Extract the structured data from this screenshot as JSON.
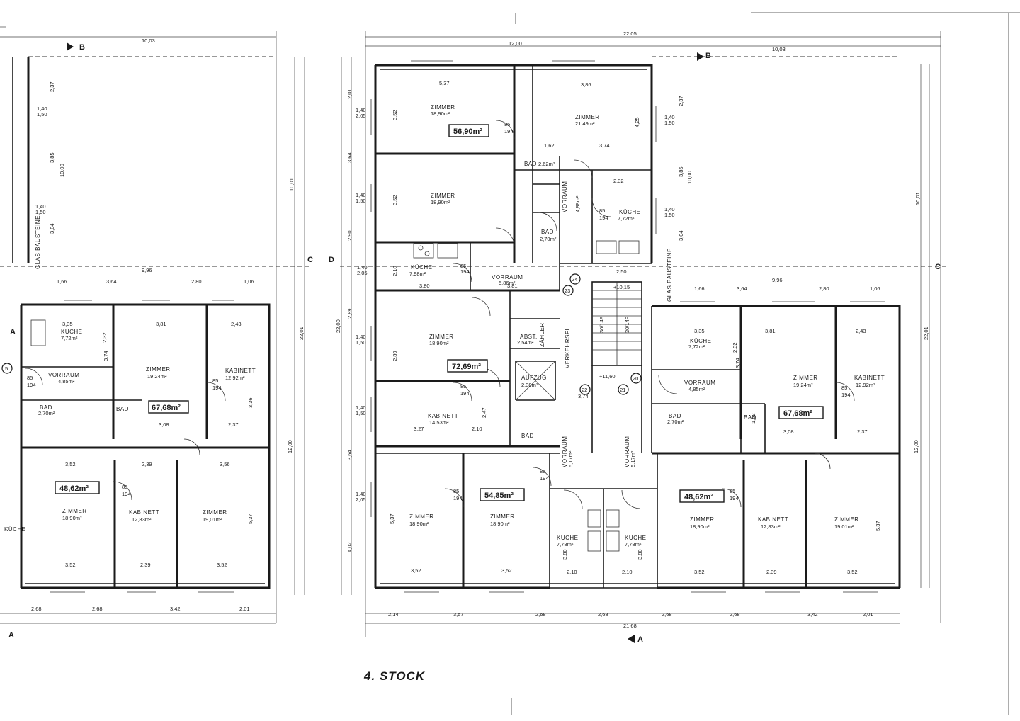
{
  "drawing": {
    "title": "4. STOCK"
  },
  "section_markers": {
    "B": "B",
    "C": "C",
    "D": "D",
    "A": "A"
  },
  "overall_dims": {
    "width_right_top": "22,05",
    "width_left_top": "10,03",
    "right_top_mid": "12,00",
    "right_top_sub": "10,03",
    "bottom_total": "21,68",
    "height_right": "22,01",
    "height_right2": "22,00",
    "height_left": "22,01",
    "height_left2": "12,00",
    "wing_depth": "10,01",
    "wing_depth2": "10,00",
    "middle_width": "9,96"
  },
  "dims": {
    "d_2_01": "2,01",
    "d_3_52": "3,52",
    "d_3_86": "3,86",
    "d_5_37": "5,37",
    "d_3_74": "3,74",
    "d_1_62": "1,62",
    "d_2_32": "2,32",
    "d_3_81": "3,81",
    "d_2_43": "2,43",
    "d_3_64": "3,64",
    "d_2_80": "2,80",
    "d_1_06": "1,06",
    "d_1_66": "1,66",
    "d_2_68": "2,68",
    "d_3_42": "3,42",
    "d_2_89": "2,89",
    "d_3_56": "3,56",
    "d_2_14": "2,14",
    "d_3_57": "3,57",
    "d_3_80": "3,80",
    "d_3_08": "3,08",
    "d_3_27": "3,27",
    "d_4_02": "4,02",
    "d_1_40": "1,40",
    "d_1_50": "1,50",
    "d_2_05": "2,05",
    "d_2_90": "2,90",
    "d_2_10": "2,10",
    "d_2_47": "2,47",
    "d_2_50": "2,50",
    "d_1_24": "1,24",
    "d_0_85": "85",
    "d_194": "194",
    "d_3_35": "3,35",
    "d_2_37": "2,37",
    "d_2_39": "2,39",
    "d_4_25": "4,25",
    "d_3_85": "3,85",
    "d_3_04": "3,04",
    "d_3_36": "3,36"
  },
  "apartment_areas": {
    "top_left_apt": "56,90m²",
    "middle_apt": "72,69m²",
    "lower_mid_apt": "54,85m²",
    "right_upper_apt": "67,68m²",
    "right_lower_apt": "48,62m²",
    "left_upper_apt": "67,68m²",
    "left_lower_apt": "48,62m²"
  },
  "rooms": {
    "zimmer": "ZIMMER",
    "kabinett": "KABINETT",
    "kueche": "KÜCHE",
    "vorraum": "VORRAUM",
    "bad": "BAD",
    "abst": "ABST.",
    "aufzug": "AUFZUG",
    "verkehr": "VERKEHRSFL.",
    "bausteine": "GLAS BAUSTEINE",
    "zaehler": "ZÄHLER"
  },
  "room_areas": {
    "z_18_90": "18,90m²",
    "z_21_49": "21,49m²",
    "z_19_24": "19,24m²",
    "z_19_01": "19,01m²",
    "k_7_72": "7,72m²",
    "k_7_98": "7,98m²",
    "k_7_78": "7,78m²",
    "kab_12_92": "12,92m²",
    "kab_12_83": "12,83m²",
    "kab_14_53": "14,53m²",
    "v_4_85": "4,85m²",
    "v_5_86": "5,86m²",
    "v_4_88": "4,88m²",
    "v_5_17": "5,17m²",
    "b_2_70": "2,70m²",
    "b_2_62": "2,62m²",
    "b_2_54": "2,54m²",
    "auf_2_38": "2,38m²"
  },
  "circled_numbers": [
    "24",
    "23",
    "22",
    "21",
    "20",
    "5"
  ],
  "elevations": {
    "upper": "+10,15",
    "lower": "+11,60"
  },
  "door_labels": {
    "d85": "85",
    "d194": "194"
  },
  "stair_labels": [
    "30/14F",
    "30/14F"
  ]
}
